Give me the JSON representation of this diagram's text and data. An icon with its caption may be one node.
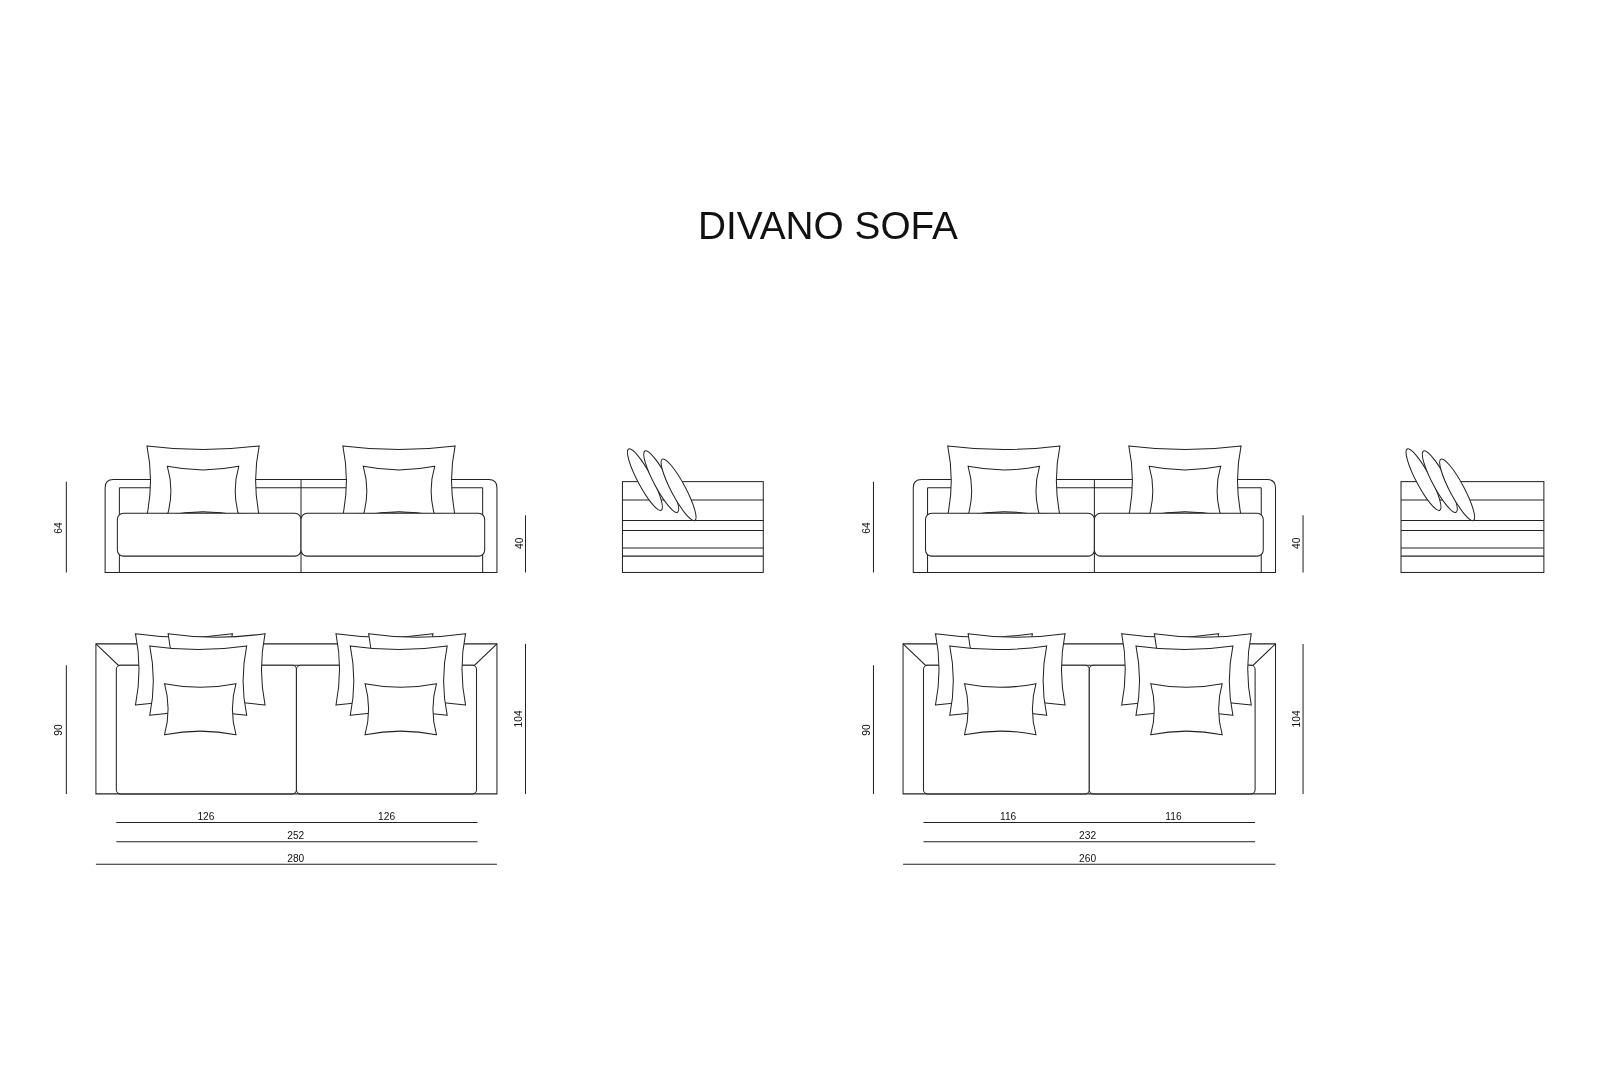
{
  "diagram": {
    "title": "DIVANO SOFA",
    "labels": [
      "64",
      "40",
      "90",
      "104",
      "126",
      "126",
      "252",
      "280",
      "64",
      "40",
      "90",
      "104",
      "116",
      "116",
      "232",
      "260"
    ]
  }
}
